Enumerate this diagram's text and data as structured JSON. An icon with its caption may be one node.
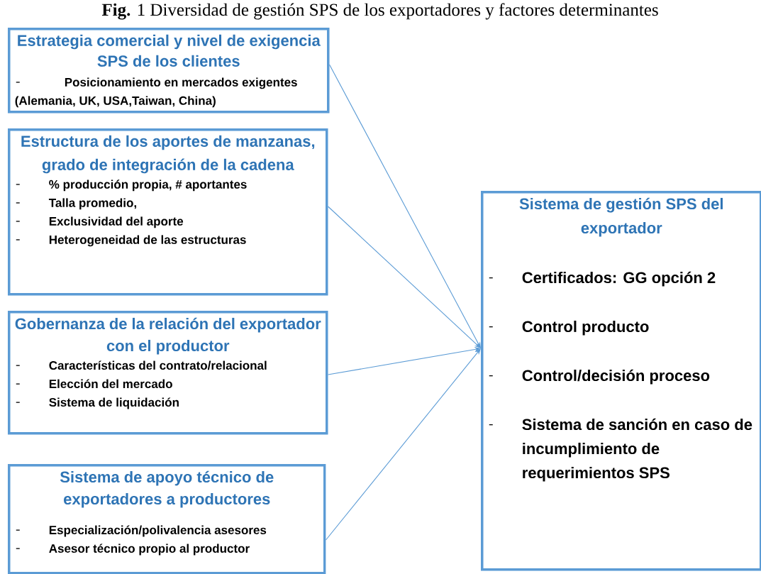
{
  "diagram": {
    "title": "**Fig.** 1 Diversidad de gestión SPS de los exportadores y factores determinantes",
    "nodes": [
      {
        "text": [
          "Estrategia comercial y nivel de exigencia SPS de los clientes",
          "Posicionamiento en mercados exigentes (Alemania, UK, USA,Taiwan, China)"
        ]
      },
      {
        "text": [
          "Estructura de los aportes de manzanas, grado de integración de la cadena",
          "% producción propia, # aportantes",
          "Talla promedio,",
          "Exclusividad  del aporte",
          "Heterogeneidad de las estructuras"
        ]
      },
      {
        "text": [
          "Gobernanza de la relación del exportador con el productor",
          "Características del contrato/relacional",
          "Elección del mercado",
          "Sistema de liquidación"
        ]
      },
      {
        "text": [
          "Sistema de apoyo técnico de exportadores a productores",
          "Especialización/polivalencia asesores",
          "Asesor técnico  propio al productor"
        ]
      },
      {
        "text": [
          "Sistema de gestión SPS del exportador",
          "Certificados: GG opción 2",
          "Control producto",
          "Control/decisión proceso",
          "Sistema de sanción en caso de incumplimiento de requerimientos SPS"
        ]
      }
    ],
    "edges": [
      {
        "from": 0,
        "to": 4,
        "arrow": "to"
      },
      {
        "from": 1,
        "to": 4,
        "arrow": "to"
      },
      {
        "from": 2,
        "to": 4,
        "arrow": "to"
      },
      {
        "from": 3,
        "to": 4,
        "arrow": "to"
      }
    ]
  }
}
